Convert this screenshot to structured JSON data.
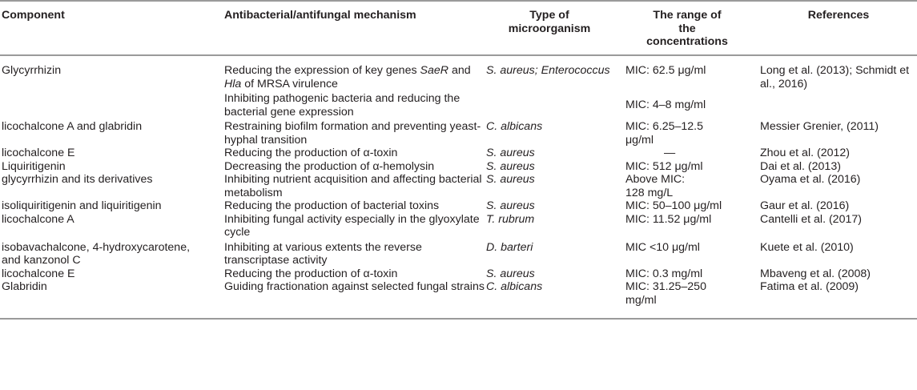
{
  "headers": {
    "component": "Component",
    "mechanism": "Antibacterial/antifungal mechanism",
    "microorganism": "Type of microorganism",
    "concentration": "The range of the concentrations",
    "references": "References"
  },
  "rows": [
    {
      "component": "Glycyrrhizin",
      "mech_a": "Reducing the expression of key genes ",
      "mech_i1": "SaeR",
      "mech_b": " and ",
      "mech_i2": "Hla",
      "mech_c": " of MRSA virulence",
      "organism": "S. aureus; Enterococcus",
      "conc": "MIC: 62.5 μg/ml",
      "ref": "Long et al. (2013); Schmidt et al., 2016)"
    },
    {
      "mechanism": "Inhibiting pathogenic bacteria and reducing the bacterial gene expression",
      "conc": "MIC: 4–8 mg/ml"
    },
    {
      "component": "licochalcone A and glabridin",
      "mechanism": "Restraining biofilm formation and preventing yeast-hyphal transition",
      "organism": "C. albicans",
      "conc": "MIC: 6.25–12.5 μg/ml",
      "ref": "Messier Grenier, (2011)"
    },
    {
      "component": "licochalcone E",
      "mechanism": "Reducing the production of α-toxin",
      "organism": "S. aureus",
      "conc": "—",
      "ref": "Zhou et al. (2012)"
    },
    {
      "component": "Liquiritigenin",
      "mechanism": "Decreasing the production of α-hemolysin",
      "organism": "S. aureus",
      "conc": "MIC: 512 μg/ml",
      "ref": "Dai et al. (2013)"
    },
    {
      "component": "glycyrrhizin and its derivatives",
      "mechanism": "Inhibiting nutrient acquisition and affecting bacterial metabolism",
      "organism": "S. aureus",
      "conc": "Above MIC: 128 mg/L",
      "ref": "Oyama et al. (2016)"
    },
    {
      "component": "isoliquiritigenin and liquiritigenin",
      "mechanism": "Reducing the production of bacterial toxins",
      "organism": "S. aureus",
      "conc": "MIC: 50–100 μg/ml",
      "ref": "Gaur et al. (2016)"
    },
    {
      "component": "licochalcone A",
      "mechanism": "Inhibiting fungal activity especially in the glyoxylate cycle",
      "organism": "T. rubrum",
      "conc": "MIC: 11.52 μg/ml",
      "ref": "Cantelli et al. (2017)"
    },
    {
      "component": "isobavachalcone, 4-hydroxycarotene, and kanzonol C",
      "mechanism": "Inhibiting at various extents the reverse transcriptase activity",
      "organism": "D. barteri",
      "conc": "MIC <10 μg/ml",
      "ref": "Kuete et al. (2010)"
    },
    {
      "component": "licochalcone E",
      "mechanism": "Reducing the production of α-toxin",
      "organism": "S. aureus",
      "conc": "MIC: 0.3 mg/ml",
      "ref": "Mbaveng et al. (2008)"
    },
    {
      "component": "Glabridin",
      "mechanism": "Guiding fractionation against selected fungal strains",
      "organism": "C. albicans",
      "conc": "MIC: 31.25–250 mg/ml",
      "ref": "Fatima et al. (2009)"
    }
  ]
}
